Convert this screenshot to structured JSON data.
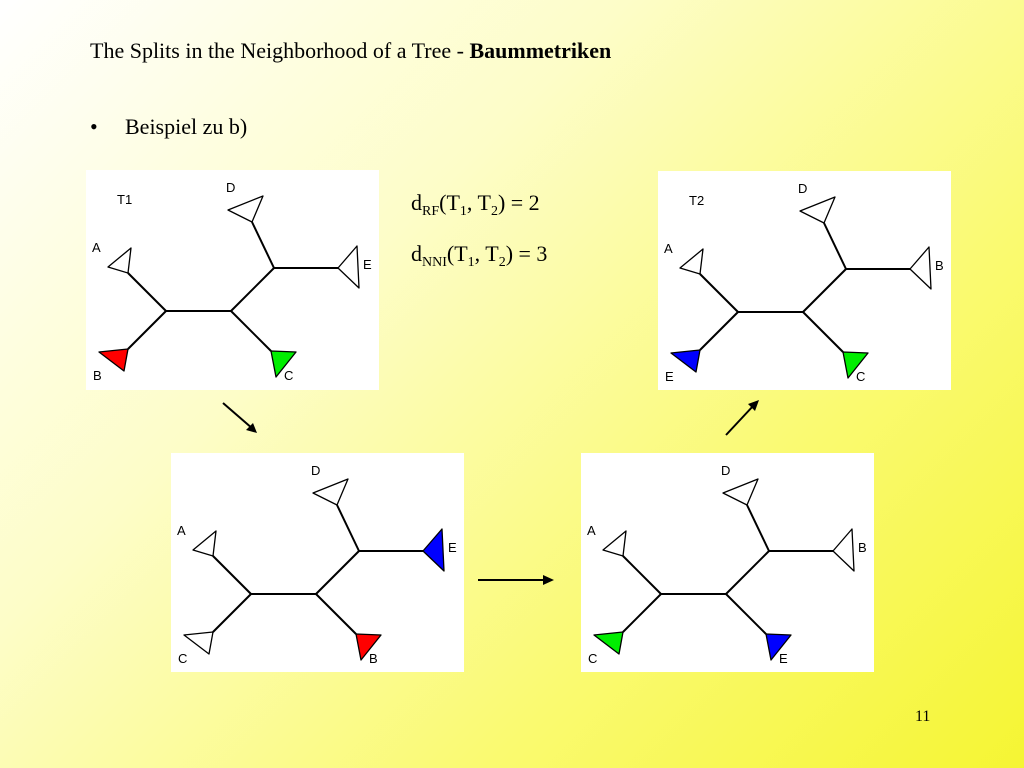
{
  "slide": {
    "title_prefix": "The Splits in the Neighborhood of a Tree - ",
    "title_bold": "Baummetriken",
    "bullet_marker": "•",
    "bullet_text": "Beispiel zu b)",
    "page_number": "11"
  },
  "formulas": {
    "rf": {
      "d": "d",
      "sub": "RF",
      "open": "(T",
      "s1": "1",
      "mid": ", T",
      "s2": "2",
      "rest": ") = 2"
    },
    "nni": {
      "d": "d",
      "sub": "NNI",
      "open": "(T",
      "s1": "1",
      "mid": ", T",
      "s2": "2",
      "rest": ") = 3"
    }
  },
  "colors": {
    "red": "#ff0000",
    "green": "#00ee00",
    "blue": "#0000ff",
    "white": "#ffffff"
  },
  "trees": [
    {
      "name": "T1",
      "caption": "T1",
      "leaves": {
        "topleft": {
          "label": "A",
          "color": "white"
        },
        "bottomleft": {
          "label": "B",
          "color": "red"
        },
        "top": {
          "label": "D",
          "color": "white"
        },
        "right": {
          "label": "E",
          "color": "white"
        },
        "bottomright": {
          "label": "C",
          "color": "green"
        }
      }
    },
    {
      "name": "T2",
      "caption": "T2",
      "leaves": {
        "topleft": {
          "label": "A",
          "color": "white"
        },
        "bottomleft": {
          "label": "E",
          "color": "blue"
        },
        "top": {
          "label": "D",
          "color": "white"
        },
        "right": {
          "label": "B",
          "color": "white"
        },
        "bottomright": {
          "label": "C",
          "color": "green"
        }
      }
    },
    {
      "name": "step1",
      "caption": "",
      "leaves": {
        "topleft": {
          "label": "A",
          "color": "white"
        },
        "bottomleft": {
          "label": "C",
          "color": "white"
        },
        "top": {
          "label": "D",
          "color": "white"
        },
        "right": {
          "label": "E",
          "color": "blue"
        },
        "bottomright": {
          "label": "B",
          "color": "red"
        }
      }
    },
    {
      "name": "step2",
      "caption": "",
      "leaves": {
        "topleft": {
          "label": "A",
          "color": "white"
        },
        "bottomleft": {
          "label": "C",
          "color": "green"
        },
        "top": {
          "label": "D",
          "color": "white"
        },
        "right": {
          "label": "B",
          "color": "white"
        },
        "bottomright": {
          "label": "E",
          "color": "blue"
        }
      }
    }
  ]
}
